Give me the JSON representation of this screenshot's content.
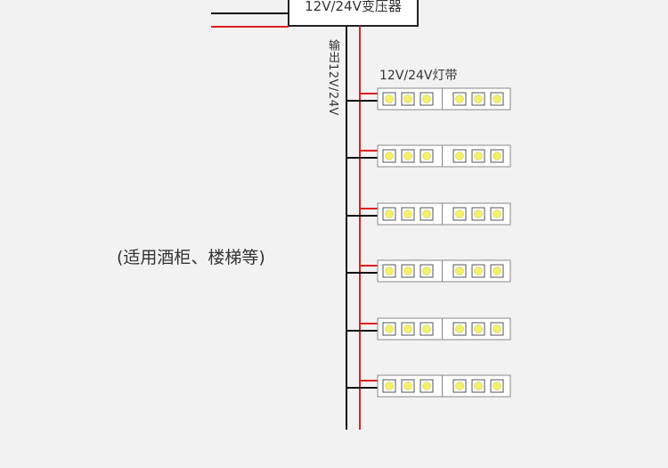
{
  "transformer": {
    "label": "12V/24V变压器"
  },
  "output_label": "输出12V/24V",
  "strip_label": "12V/24V灯带",
  "usage_note": "(适用酒柜、楼梯等)",
  "strips": {
    "count": 6,
    "leds_per_segment": 3,
    "segments": 2
  },
  "colors": {
    "background": "#f2f2f2",
    "positive_wire": "#e02020",
    "negative_wire": "#111111",
    "led_fill": "#f3f06a",
    "strip_border": "#888888",
    "text": "#333333"
  }
}
